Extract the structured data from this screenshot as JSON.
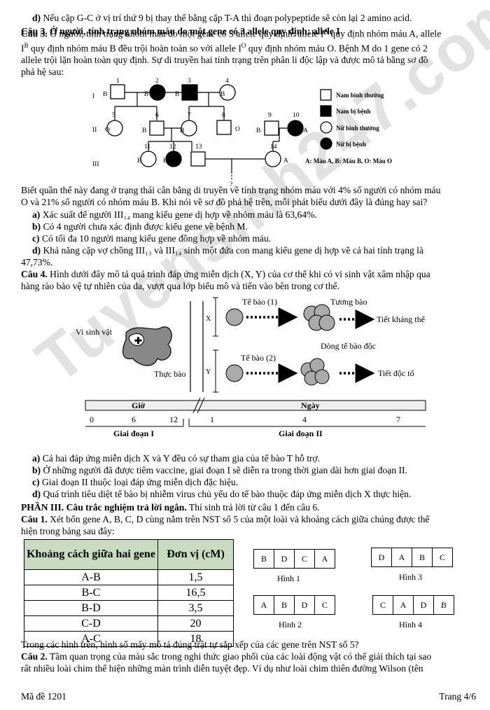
{
  "lines": {
    "l0": "d) Nếu cặp G-C ở vị trí thứ 9 bị thay thế bằng cặp T-A thì đoạn polypeptide sẽ còn lại 2 amino acid.",
    "q3a": "Câu 3. Ở người, tính trạng nhóm máu do một gene có 3 allele quy định: allele I",
    "q3a2": " quy định nhóm máu A, allele",
    "q3b": "I",
    "q3b2": " quy định nhóm máu B đều trội hoàn toàn so với allele I",
    "q3b3": " quy định nhóm máu O. Bệnh M do 1 gene có 2",
    "q3c": "allele trội lặn hoàn toàn quy định. Sự di truyền hai tính trạng trên phân li độc lập và được mô tả bằng sơ đồ",
    "q3d": "phả hệ sau:",
    "sup_a": "A",
    "sup_b": "B",
    "sup_o": "O",
    "p1": "Biết quần thể này đang ở trạng thái cân bằng di truyền về tính trạng nhóm máu với 4% số người có nhóm máu",
    "p2": "O và 21% số người có nhóm máu B. Khi nói về sơ đồ phả hệ trên, mỗi phát biểu dưới đây là đúng hay sai?",
    "a3": "a) Xác suất để người III₁₄ mang kiểu gene dị hợp về nhóm máu là 63,64%.",
    "b3": "b) Có 4 người chưa xác định được kiểu gene về bệnh M.",
    "c3": "c) Có tối đa 10 người mang kiểu gene đồng hợp về nhóm máu.",
    "d3a": "d) Khả năng cặp vợ chồng III₁₃ và III₁₄  sinh một đứa con mang kiểu gene dị hợp về cả hai tính trạng là",
    "d3b": "47,73%.",
    "q4a": "Câu 4. Hình dưới đây mô tả quá trình đáp ứng miễn dịch (X, Y) của cơ thể khi có vi sinh vật xâm nhập qua",
    "q4b": "hàng rào bảo vệ tự nhiên của da, vượt qua lớp biểu mô và tiến vào bên trong cơ thể.",
    "a4": "a) Cả hai đáp ứng miễn dịch X và Y đều có sự tham gia của tế bào T hỗ trợ.",
    "b4": "b) Ở những người đã được tiêm vaccine, giai đoạn I sẽ diễn ra trong thời gian dài hơn giai đoạn II.",
    "c4": "c) Giai đoạn II thuộc loại đáp ứng miễn dịch đặc hiệu.",
    "d4": "d) Quá trình tiêu diệt tế bào bị nhiễm virus chủ yếu do tế bào thuộc đáp ứng miễn dịch X thực hiện.",
    "part3": "PHẦN III. Câu trắc nghiệm trả lời ngắn.",
    "part3b": " Thí sinh trả lời từ câu 1 đến câu 6.",
    "s1a": "Câu 1. Xét bốn gene A, B, C, D cùng nằm trên NST số 5 của một loài và khoảng cách giữa chúng được thể",
    "s1b": "hiện trong bảng sau đây:",
    "s1q": "Trong các hình trên, hình số mấy mô tả đúng trật tự sắp xếp của các gene trên NST số 5?",
    "s2a": "Câu 2. Tầm quan trọng của màu sắc trong nghi thức giao phối của các loài động vật có thể giải thích tại sao",
    "s2b": "rất nhiều loài chim thể hiện những màn trình diễn tuyệt đẹp. Ví dụ như loài chim thiên đường Wilson (tên"
  },
  "pedigree": {
    "gens": [
      "I",
      "II",
      "III"
    ],
    "legend": [
      "Nam bình thường",
      "Nam bị bệnh",
      "Nữ bình thường",
      "Nữ bị bệnh"
    ],
    "key": "A: Máu A, B: Máu B, O: Máu O",
    "question_mark": "?"
  },
  "immune": {
    "microbe": "Vi sinh vật",
    "phagocyte": "Thực bào",
    "cell1": "Tế bào (1)",
    "cell2": "Tế bào (2)",
    "plasma": "Tương bào",
    "cytotoxic": "Dòng tế bào độc",
    "antibody": "Tiết kháng thể",
    "toxin": "Tiết độc tố",
    "x": "X",
    "y": "Y",
    "hours": "Giờ",
    "days": "Ngày",
    "ticks": [
      "0",
      "6",
      "12",
      "1",
      "4",
      "7"
    ],
    "stage1": "Giai đoạn I",
    "stage2": "Giai đoạn II"
  },
  "gene_table": {
    "header1": "Khoảng cách giữa hai gene",
    "header2": "Đơn vị (cM)",
    "rows": [
      [
        "A-B",
        "1,5"
      ],
      [
        "B-C",
        "16,5"
      ],
      [
        "B-D",
        "3,5"
      ],
      [
        "C-D",
        "20"
      ],
      [
        "A-C",
        "18"
      ]
    ]
  },
  "figures": [
    {
      "label": "Hình 1",
      "genes": [
        "B",
        "D",
        "C",
        "A"
      ]
    },
    {
      "label": "Hình 2",
      "genes": [
        "A",
        "B",
        "D",
        "C"
      ]
    },
    {
      "label": "Hình 3",
      "genes": [
        "D",
        "A",
        "B",
        "C"
      ]
    },
    {
      "label": "Hình 4",
      "genes": [
        "C",
        "A",
        "D",
        "B"
      ]
    }
  ],
  "footer": {
    "code": "Mã đề 1201",
    "page": "Trang 4/6"
  },
  "watermark": "Tuyensinh247.com"
}
